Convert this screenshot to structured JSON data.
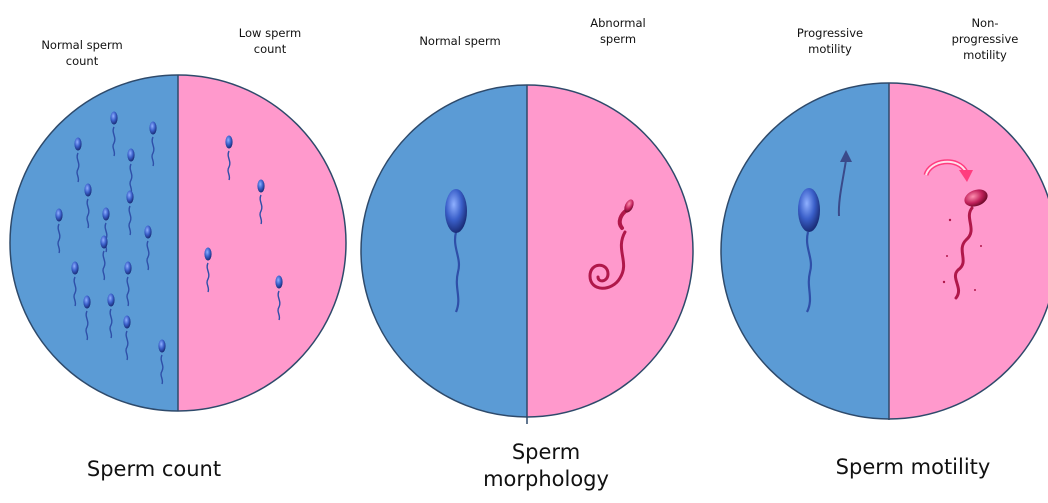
{
  "panels": [
    {
      "title": "Sperm count",
      "left_label": "Normal sperm\ncount",
      "right_label": "Low sperm\ncount"
    },
    {
      "title": "Sperm\nmorphology",
      "left_label": "Normal sperm",
      "right_label": "Abnormal\nsperm"
    },
    {
      "title": "Sperm motility",
      "left_label": "Progressive\nmotility",
      "right_label": "Non-\nprogressive\nmotility"
    }
  ],
  "colors": {
    "left_half": "#5b9bd5",
    "right_half": "#ff99cc",
    "outline": "#2e4a6b",
    "sperm_blue": "#2f4fa8",
    "sperm_magenta": "#b0184a",
    "arrow_pink": "#ff4080"
  }
}
